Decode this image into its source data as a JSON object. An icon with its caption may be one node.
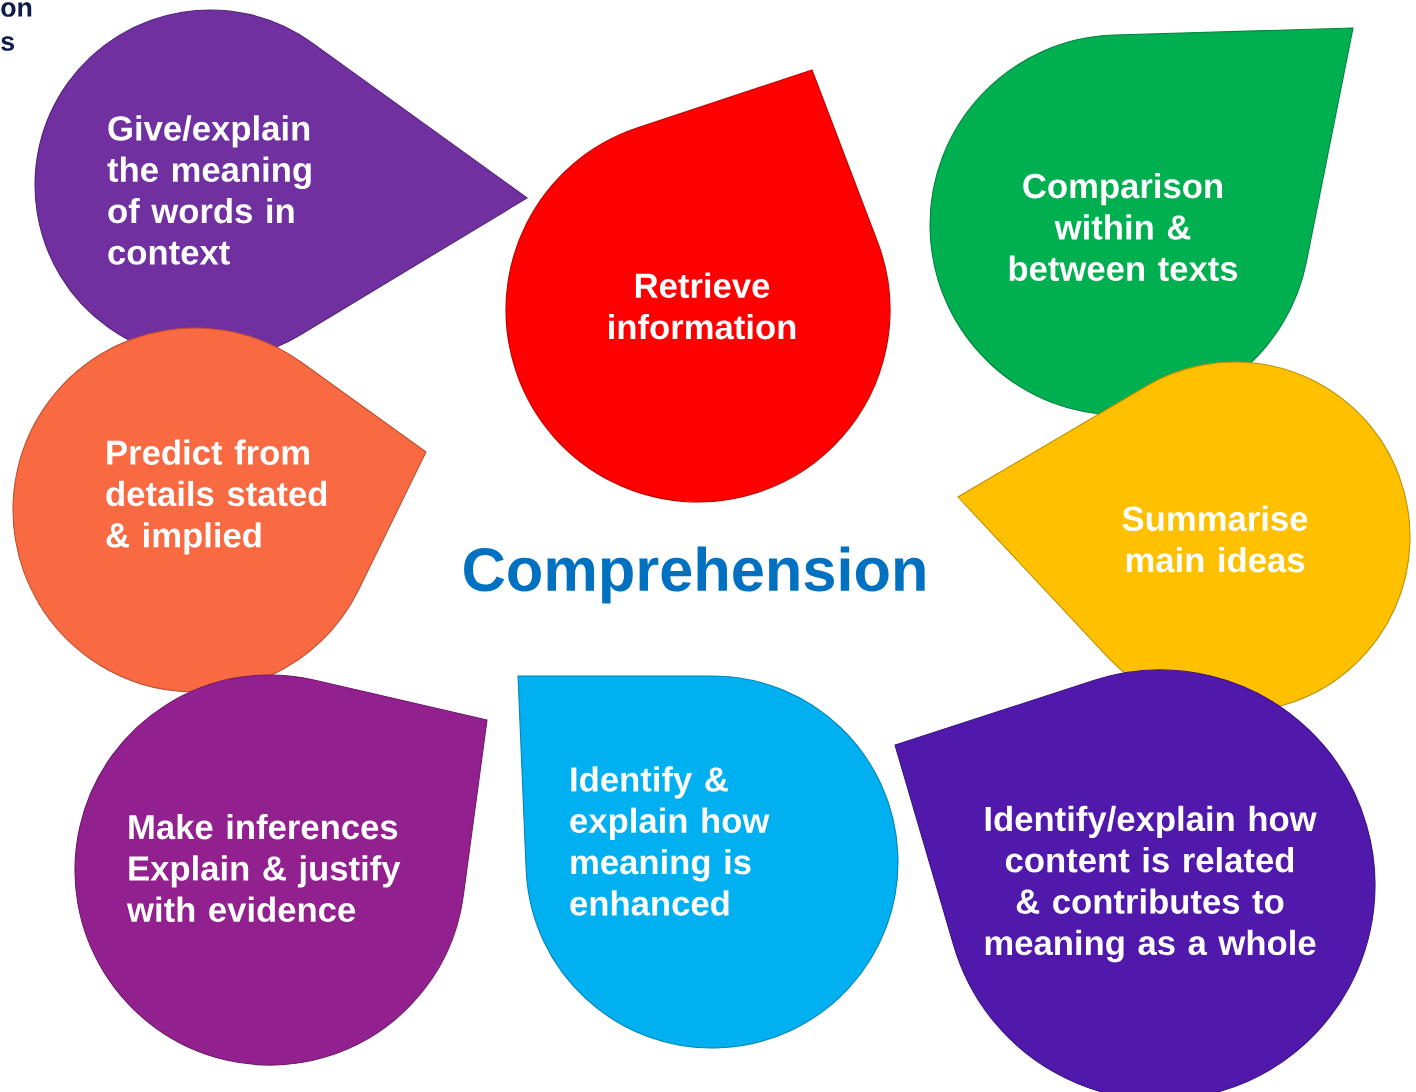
{
  "diagram": {
    "title": "Comprehension",
    "nodes": [
      {
        "text": [
          "Give/explain the meaning of words in context"
        ]
      },
      {
        "text": [
          "Retrieve information"
        ]
      },
      {
        "text": [
          "Comparison within & between texts"
        ]
      },
      {
        "text": [
          "Predict from details stated & implied"
        ]
      },
      {
        "text": [
          "Summarise main ideas"
        ]
      },
      {
        "text": [
          "Make inferences Explain & justify with evidence"
        ]
      },
      {
        "text": [
          "Identify & explain how meaning is enhanced"
        ]
      },
      {
        "text": [
          "Identify/explain how content is related & contributes to meaning as a whole"
        ]
      }
    ],
    "labels": [
      "on",
      "s"
    ]
  }
}
